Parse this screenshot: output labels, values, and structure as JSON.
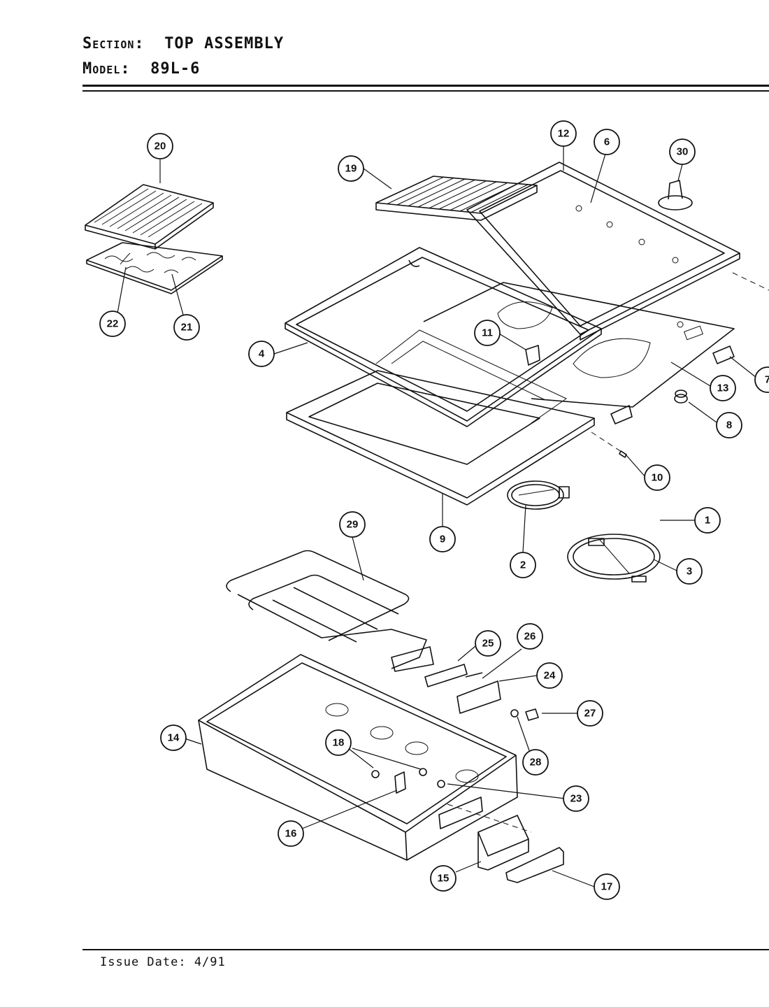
{
  "header": {
    "section_label": "Section:",
    "section_value": "TOP ASSEMBLY",
    "model_label": "Model:",
    "model_value": "89L-6"
  },
  "footer": {
    "issue_date": "Issue Date: 4/91"
  },
  "callouts": [
    {
      "id": "20"
    },
    {
      "id": "22"
    },
    {
      "id": "21"
    },
    {
      "id": "19"
    },
    {
      "id": "12"
    },
    {
      "id": "6"
    },
    {
      "id": "30"
    },
    {
      "id": "4"
    },
    {
      "id": "11"
    },
    {
      "id": "13"
    },
    {
      "id": "7"
    },
    {
      "id": "8"
    },
    {
      "id": "10"
    },
    {
      "id": "9"
    },
    {
      "id": "1"
    },
    {
      "id": "2"
    },
    {
      "id": "3"
    },
    {
      "id": "29"
    },
    {
      "id": "25"
    },
    {
      "id": "26"
    },
    {
      "id": "24"
    },
    {
      "id": "27"
    },
    {
      "id": "28"
    },
    {
      "id": "14"
    },
    {
      "id": "18"
    },
    {
      "id": "23"
    },
    {
      "id": "16"
    },
    {
      "id": "15"
    },
    {
      "id": "17"
    }
  ]
}
